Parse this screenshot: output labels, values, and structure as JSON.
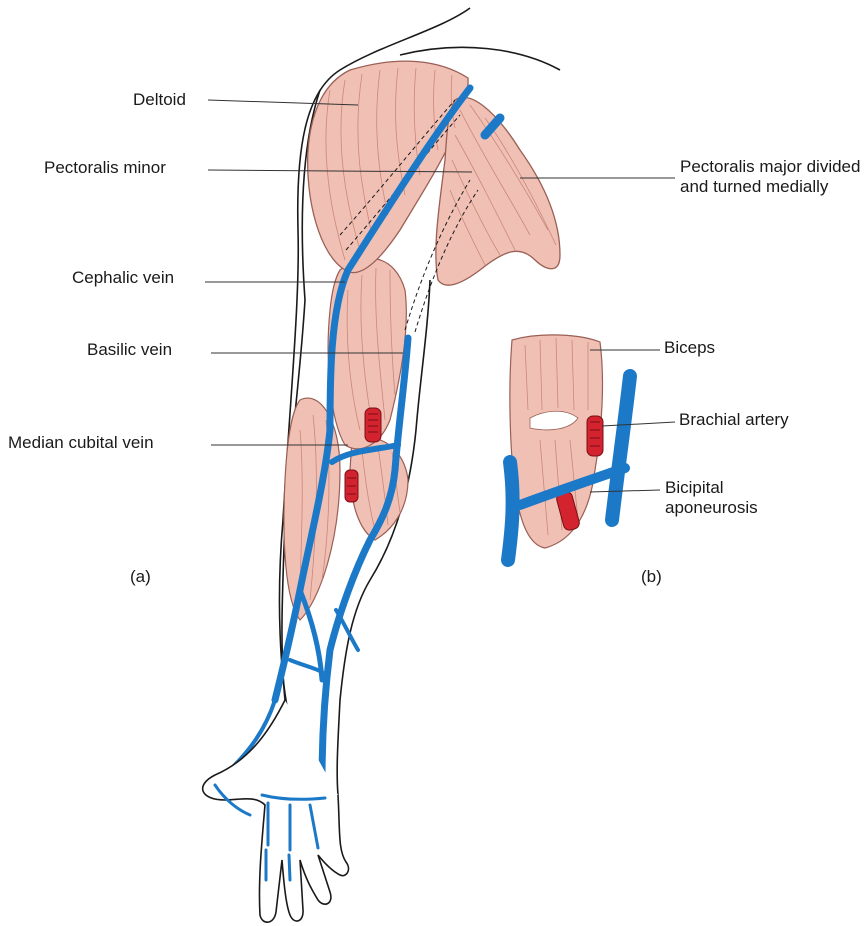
{
  "colors": {
    "muscle": "#f0c0b4",
    "muscle_stroke": "#9a5f55",
    "muscle_striation": "#c9877a",
    "vein": "#1c79c8",
    "vein_dark": "#0e5796",
    "artery": "#d2232e",
    "artery_stroke": "#7a0f15",
    "outline": "#1a1a1a",
    "leader": "#333333"
  },
  "labels_a": {
    "deltoid": "Deltoid",
    "pectoralis_minor": "Pectoralis minor",
    "cephalic_vein": "Cephalic vein",
    "basilic_vein": "Basilic vein",
    "median_cubital_vein": "Median cubital vein",
    "pectoralis_major": "Pectoralis major divided and turned medially"
  },
  "labels_b": {
    "biceps": "Biceps",
    "brachial_artery": "Brachial artery",
    "bicipital_aponeurosis": "Bicipital aponeurosis"
  },
  "panel_a": "(a)",
  "panel_b": "(b)"
}
